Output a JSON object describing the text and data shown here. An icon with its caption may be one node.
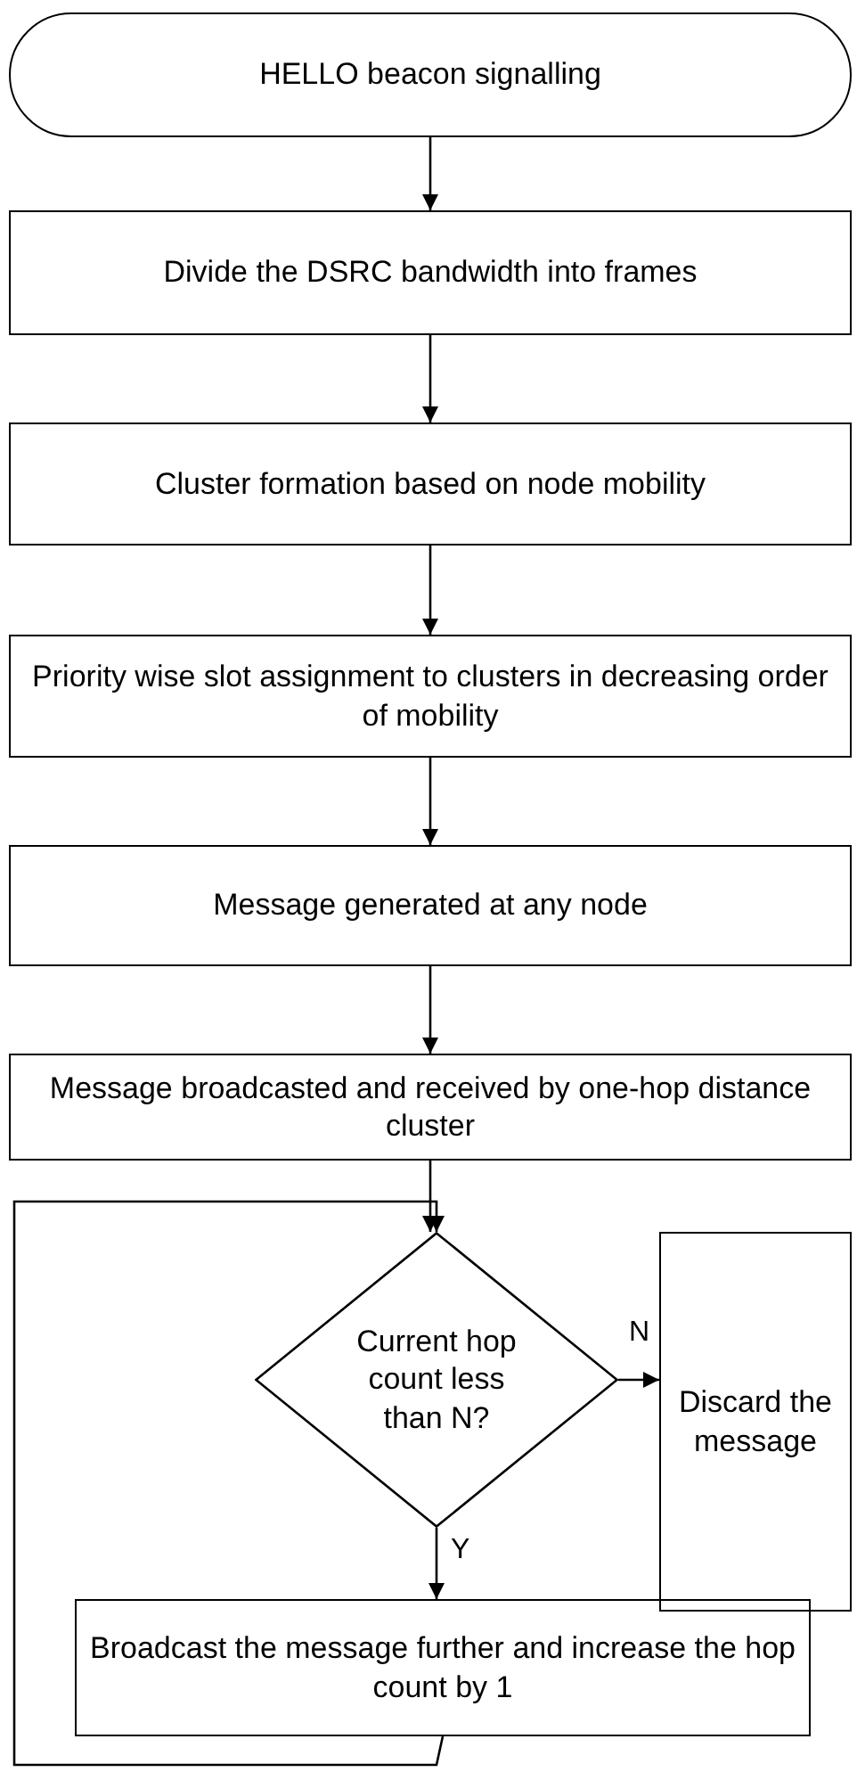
{
  "diagram": {
    "nodes": [
      {
        "text": [
          "HELLO beacon signalling"
        ]
      },
      {
        "text": [
          "Divide the DSRC bandwidth into frames"
        ]
      },
      {
        "text": [
          "Cluster formation based on node mobility"
        ]
      },
      {
        "text": [
          "Priority wise slot assignment to clusters in decreasing order of mobility"
        ]
      },
      {
        "text": [
          "Message generated at any node"
        ]
      },
      {
        "text": [
          "Message broadcasted and received by one-hop distance cluster"
        ]
      },
      {
        "text": [
          "Current hop count less than N?"
        ]
      },
      {
        "text": [
          "Discard the message"
        ]
      },
      {
        "text": [
          "Broadcast the message further and increase the hop count by 1"
        ]
      }
    ],
    "edges": [
      {
        "from": 0,
        "to": 1,
        "arrow": "to"
      },
      {
        "from": 1,
        "to": 2,
        "arrow": "to"
      },
      {
        "from": 2,
        "to": 3,
        "arrow": "to"
      },
      {
        "from": 3,
        "to": 4,
        "arrow": "to"
      },
      {
        "from": 4,
        "to": 5,
        "arrow": "to"
      },
      {
        "from": 5,
        "to": 6,
        "arrow": "to"
      },
      {
        "from": 6,
        "to": 7,
        "arrow": "to",
        "label": "N"
      },
      {
        "from": 6,
        "to": 8,
        "arrow": "to",
        "label": "Y"
      },
      {
        "from": 8,
        "to": 6,
        "arrow": "to"
      }
    ]
  }
}
